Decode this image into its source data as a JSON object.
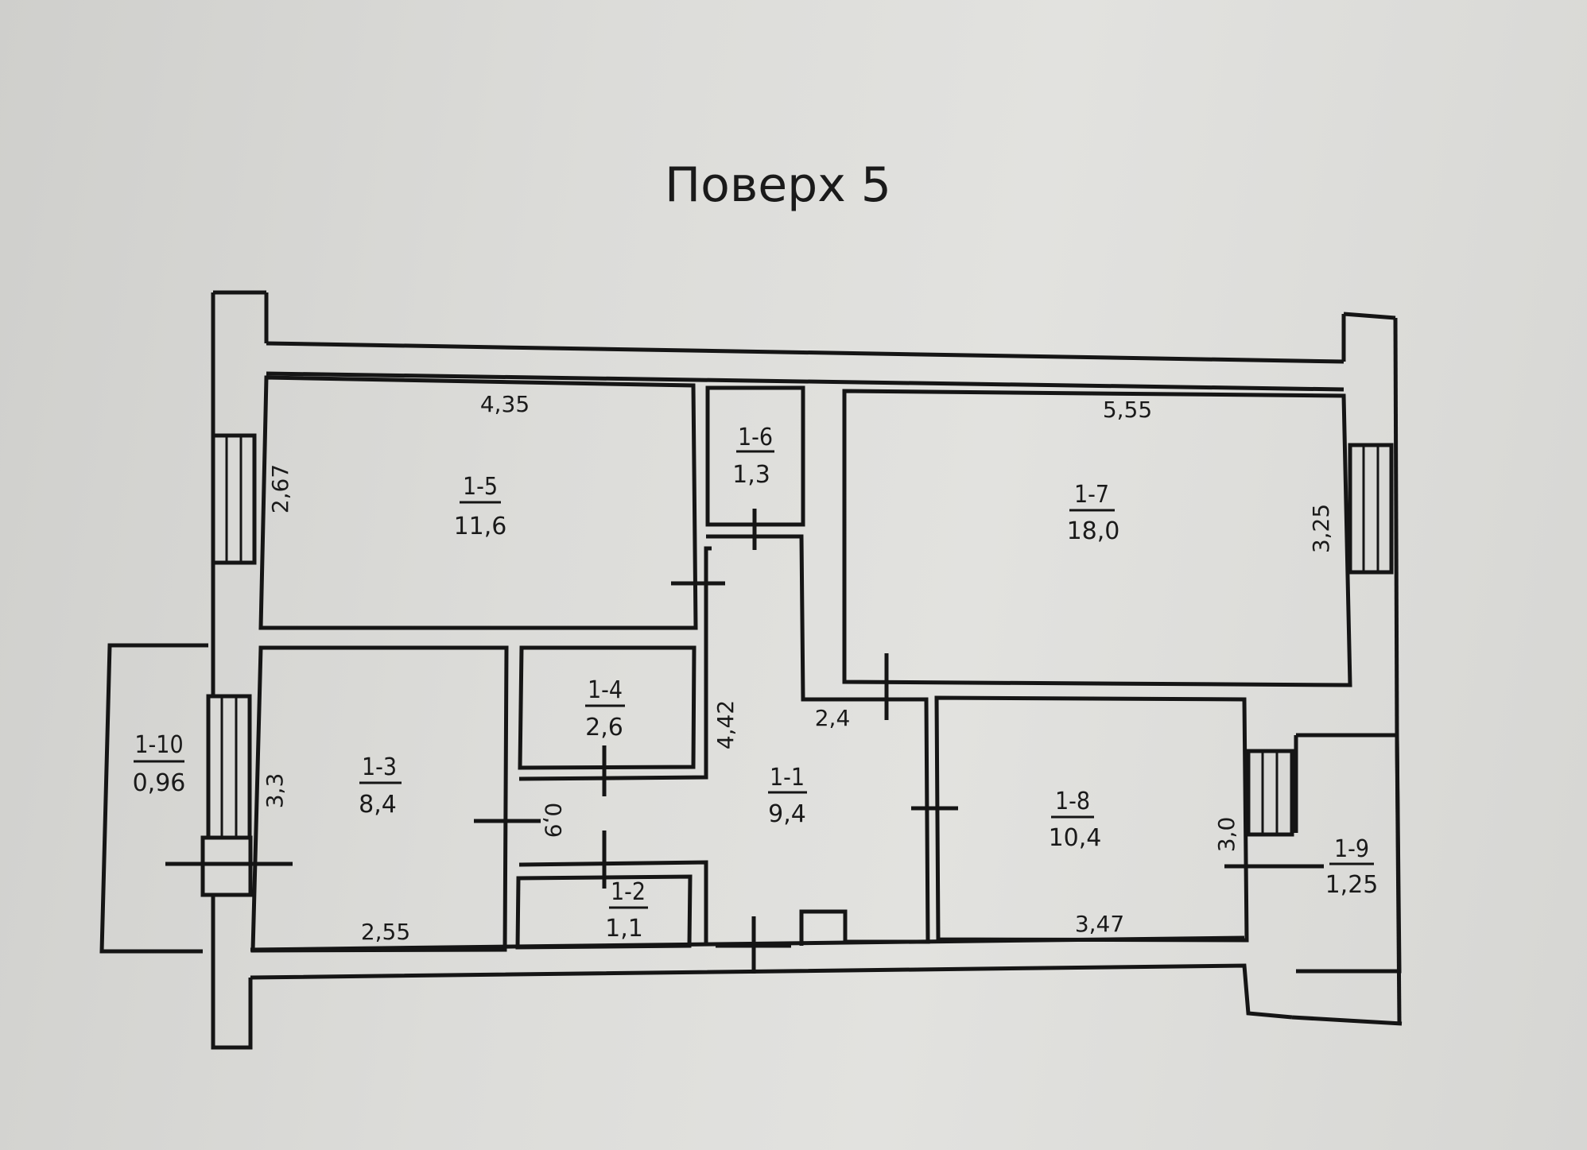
{
  "title": "Поверх 5",
  "rooms": [
    {
      "id": "1-1",
      "area": "9,4"
    },
    {
      "id": "1-2",
      "area": "1,1"
    },
    {
      "id": "1-3",
      "area": "8,4"
    },
    {
      "id": "1-4",
      "area": "2,6"
    },
    {
      "id": "1-5",
      "area": "11,6"
    },
    {
      "id": "1-6",
      "area": "1,3"
    },
    {
      "id": "1-7",
      "area": "18,0"
    },
    {
      "id": "1-8",
      "area": "10,4"
    },
    {
      "id": "1-9",
      "area": "1,25"
    },
    {
      "id": "1-10",
      "area": "0,96"
    }
  ],
  "dimensions": {
    "r5_width": "4,35",
    "r5_height": "2,67",
    "r7_width": "5,55",
    "r7_height": "3,25",
    "r3_height": "3,3",
    "r3_width": "2,55",
    "r1_height": "4,42",
    "r1_width": "2,4",
    "r8_width": "3,47",
    "r8_height": "3,0",
    "d_small": "0,9"
  }
}
